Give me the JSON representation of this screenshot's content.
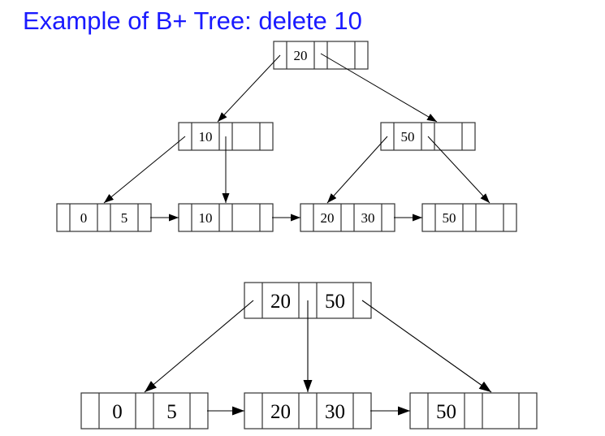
{
  "title": "Example of B+ Tree: delete 10",
  "colors": {
    "title": "#1a1aff",
    "stroke": "#000000",
    "cell_border": "#333333",
    "text": "#000000",
    "background": "#ffffff"
  },
  "before": {
    "root": {
      "keys": [
        "20"
      ]
    },
    "internal": [
      {
        "keys": [
          "10"
        ]
      },
      {
        "keys": [
          "50"
        ]
      }
    ],
    "leaves": [
      {
        "keys": [
          "0",
          "5"
        ]
      },
      {
        "keys": [
          "10"
        ]
      },
      {
        "keys": [
          "20",
          "30"
        ]
      },
      {
        "keys": [
          "50"
        ]
      }
    ]
  },
  "after": {
    "root": {
      "keys": [
        "20",
        "50"
      ]
    },
    "leaves": [
      {
        "keys": [
          "0",
          "5"
        ]
      },
      {
        "keys": [
          "20",
          "30"
        ]
      },
      {
        "keys": [
          "50"
        ]
      }
    ]
  }
}
